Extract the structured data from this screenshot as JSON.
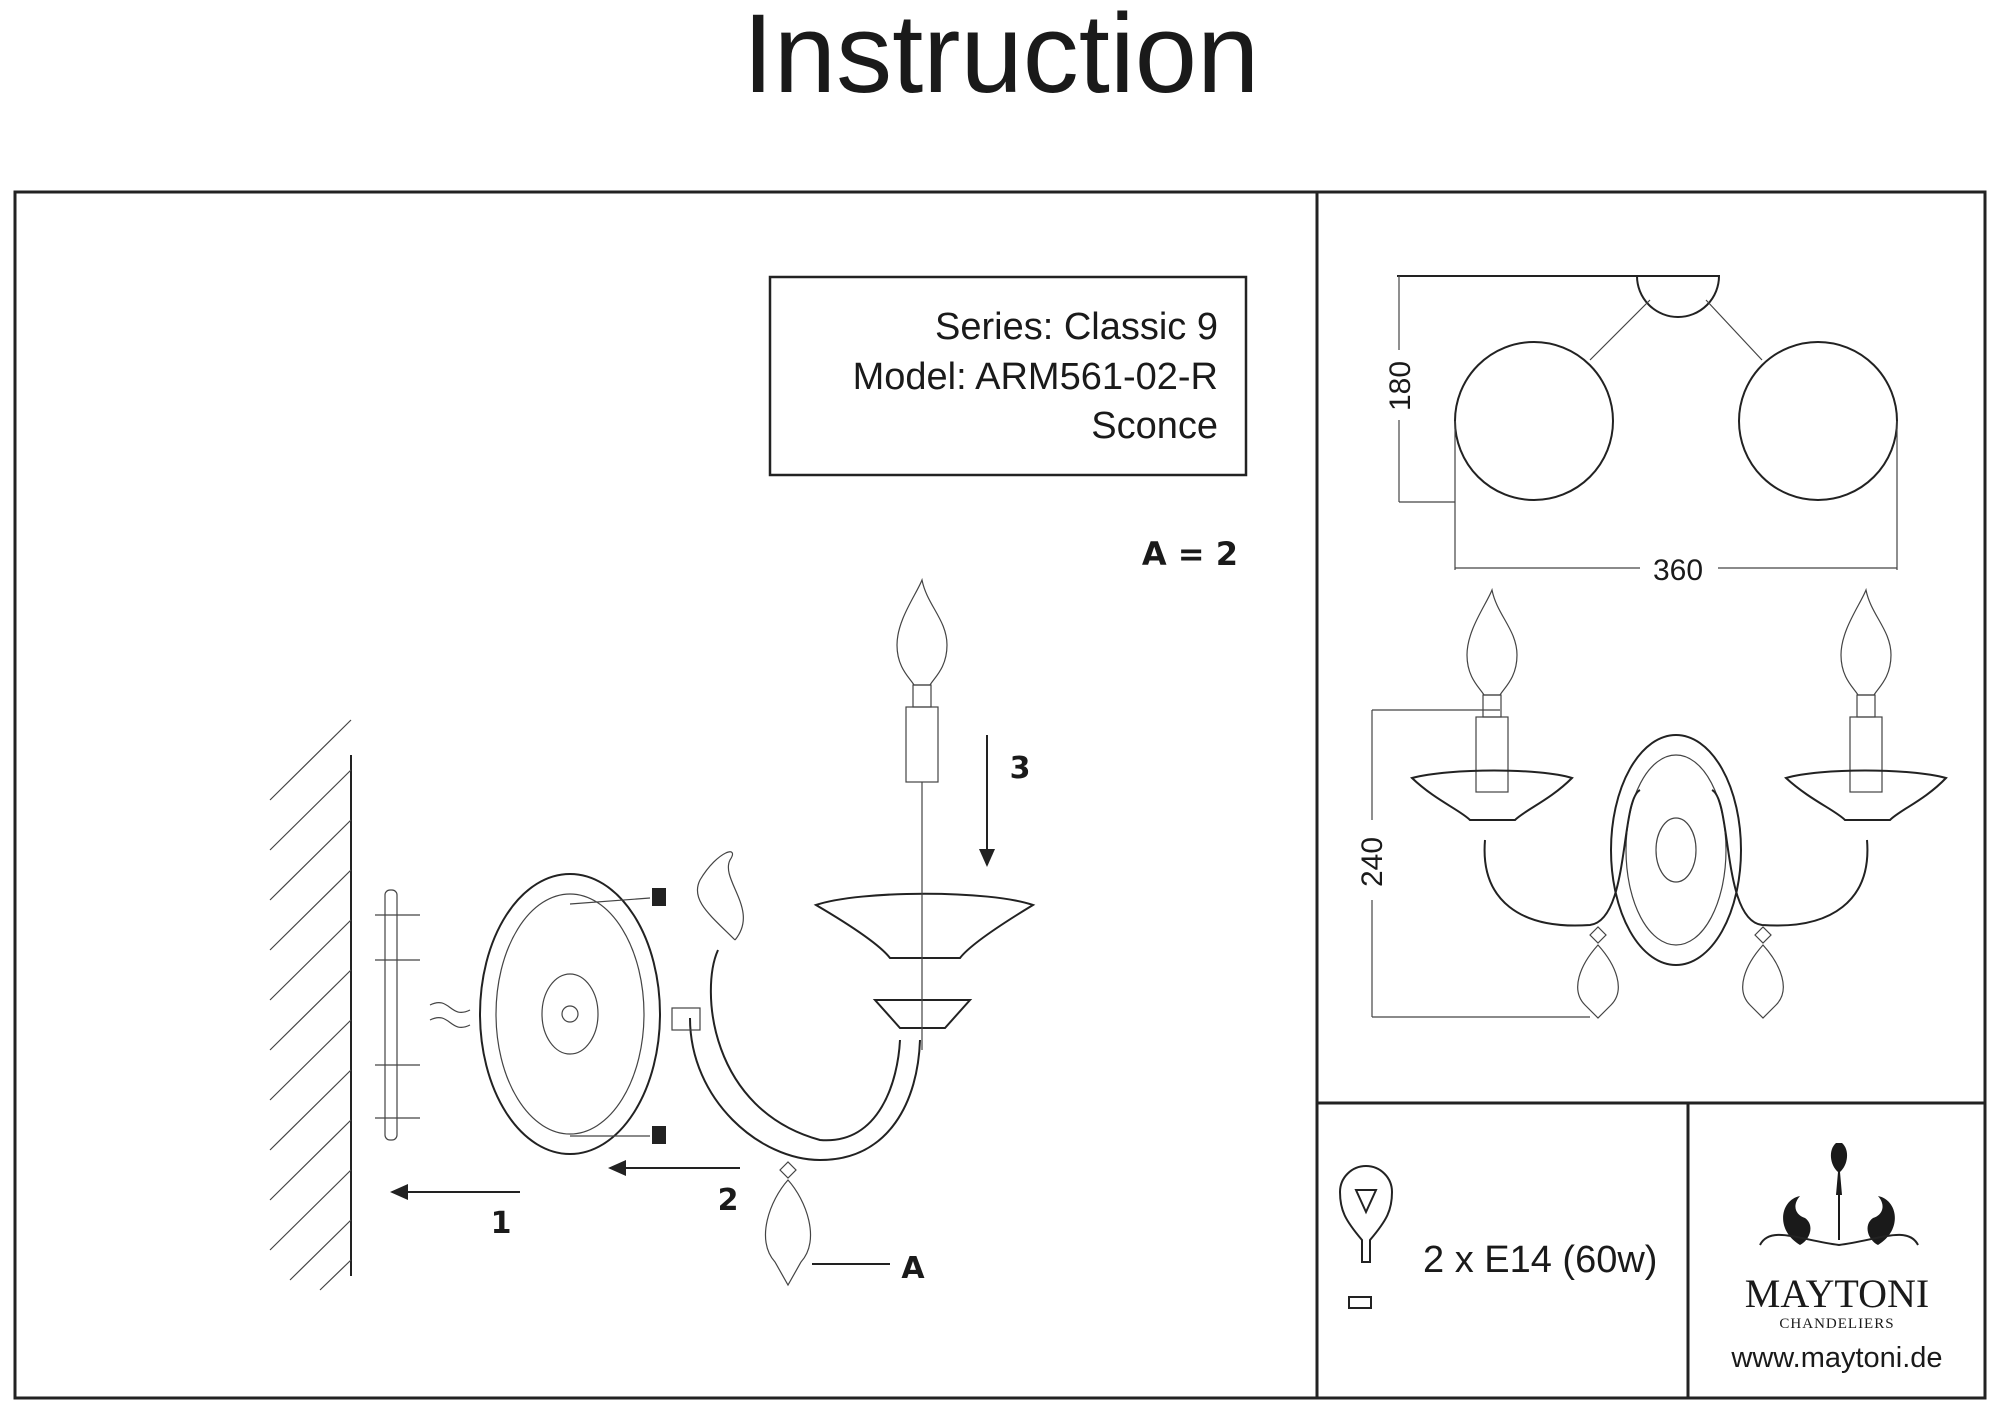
{
  "title": "Instruction",
  "info_box": {
    "series": "Series: Classic 9",
    "model": "Model: ARM561-02-R",
    "type": "Sconce"
  },
  "parts_note": "A = 2",
  "step_labels": {
    "step1": "1",
    "step2": "2",
    "step3": "3",
    "part_a": "A"
  },
  "dimensions": {
    "depth": "180",
    "width": "360",
    "height": "240"
  },
  "bulb_spec": "2 x E14 (60w)",
  "brand": {
    "name": "MAYTONI",
    "tagline": "CHANDELIERS",
    "website": "www.maytoni.de"
  }
}
